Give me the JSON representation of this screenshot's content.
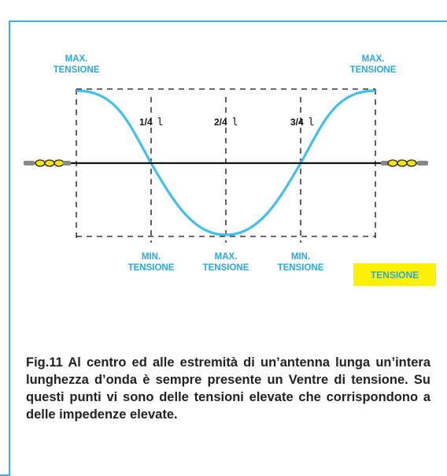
{
  "labels": {
    "top_left_1": "MAX.",
    "top_left_2": "TENSIONE",
    "top_right_1": "MAX.",
    "top_right_2": "TENSIONE",
    "bottom_1a": "MIN.",
    "bottom_1b": "TENSIONE",
    "bottom_2a": "MAX.",
    "bottom_2b": "TENSIONE",
    "bottom_3a": "MIN.",
    "bottom_3b": "TENSIONE"
  },
  "fractions": [
    {
      "num": "1/4",
      "sym": "l"
    },
    {
      "num": "2/4",
      "sym": "l"
    },
    {
      "num": "3/4",
      "sym": "l"
    }
  ],
  "legend": "TENSIONE",
  "caption": "Fig.11 Al centro ed alle estremità di un’antenna lunga un’intera lunghezza d’onda è sempre presente un Ventre di tensione. Su questi punti vi sono delle tensioni elevate che corrispondono a delle impedenze elevate.",
  "colors": {
    "wave": "#41c0ee",
    "text_blue": "#2aa8e0",
    "legend_bg": "#fff200",
    "insulator": "#f2e600"
  }
}
